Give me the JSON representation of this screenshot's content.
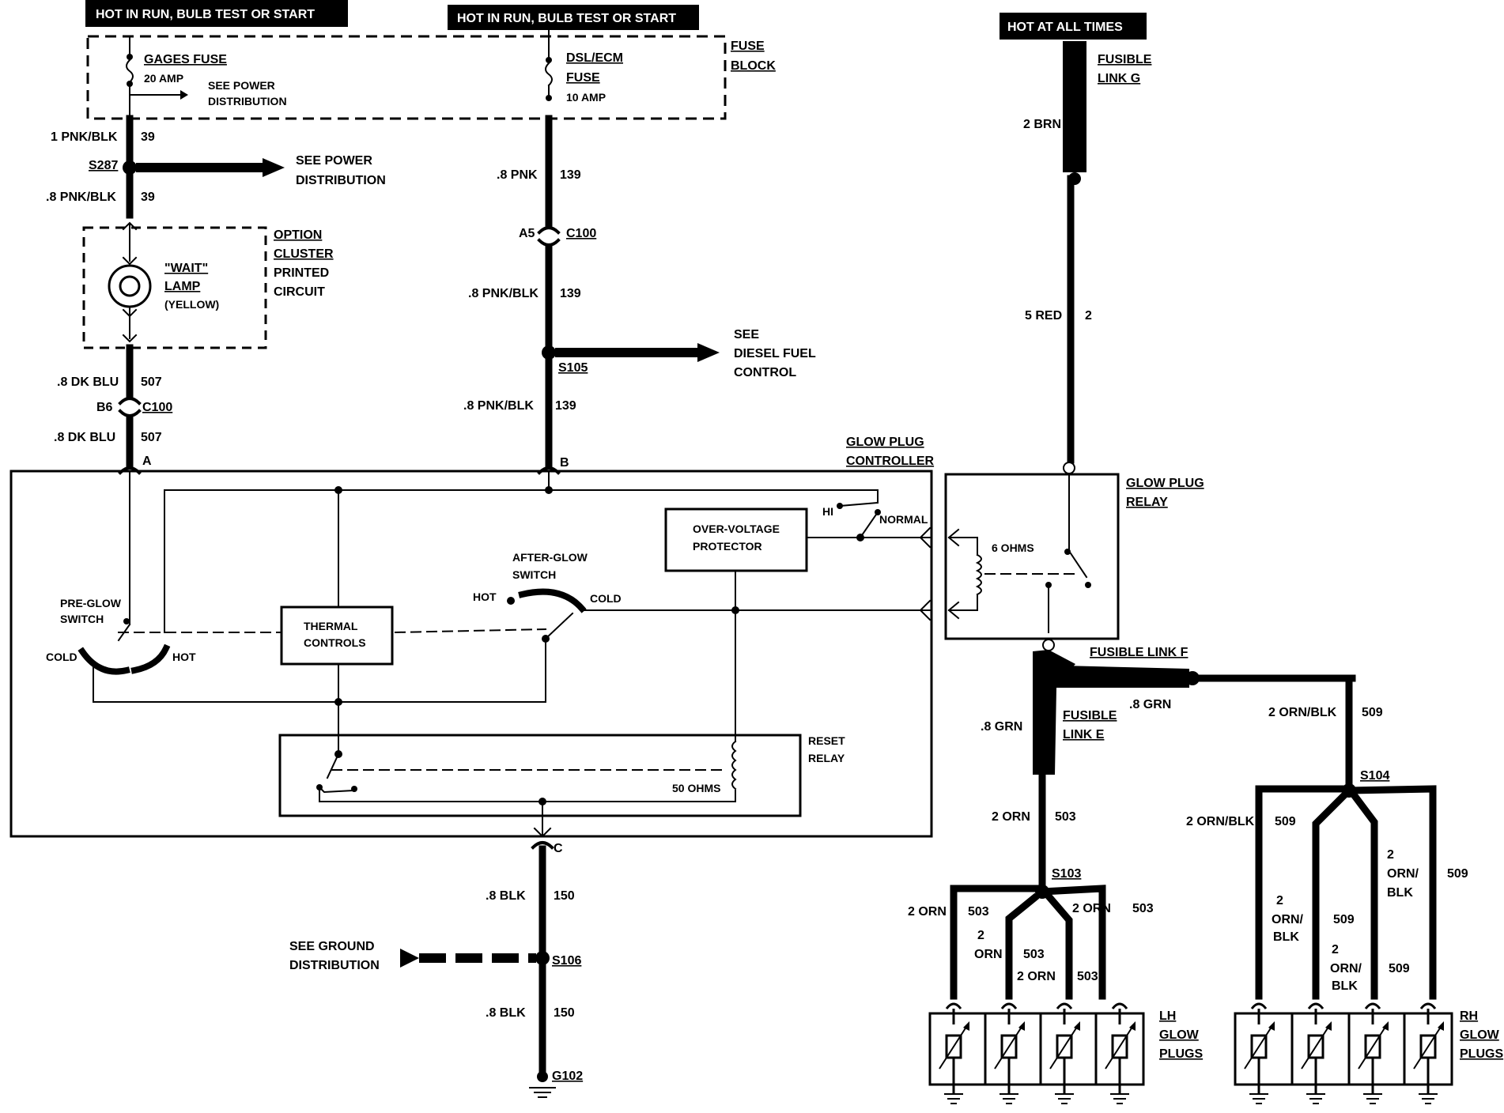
{
  "headers": {
    "left": "HOT IN RUN, BULB TEST OR START",
    "center": "HOT IN RUN, BULB TEST OR START",
    "right": "HOT AT ALL TIMES"
  },
  "fuse_block": {
    "label_line1": "FUSE",
    "label_line2": "BLOCK",
    "gages_fuse": "GAGES FUSE",
    "gages_amp": "20 AMP",
    "see_power_line1": "SEE POWER",
    "see_power_line2": "DISTRIBUTION",
    "dsl_line1": "DSL/ECM",
    "dsl_line2": "FUSE",
    "dsl_amp": "10 AMP"
  },
  "left_circuit": {
    "wire1_gauge": "1 PNK/BLK",
    "wire1_num": "39",
    "splice": "S287",
    "see_power_line1": "SEE POWER",
    "see_power_line2": "DISTRIBUTION",
    "wire2_gauge": ".8 PNK/BLK",
    "wire2_num": "39",
    "option_line1": "OPTION",
    "option_line2": "CLUSTER",
    "option_line3": "PRINTED",
    "option_line4": "CIRCUIT",
    "lamp_line1": "\"WAIT\"",
    "lamp_line2": "LAMP",
    "lamp_line3": "(YELLOW)",
    "wire3_gauge": ".8 DK BLU",
    "wire3_num": "507",
    "conn_pin": "B6",
    "conn": "C100",
    "wire4_gauge": ".8 DK BLU",
    "wire4_num": "507",
    "terminal": "A"
  },
  "center_circuit": {
    "wire1_gauge": ".8 PNK",
    "wire1_num": "139",
    "conn_pin": "A5",
    "conn": "C100",
    "wire2_gauge": ".8 PNK/BLK",
    "wire2_num": "139",
    "splice": "S105",
    "see_diesel_line1": "SEE",
    "see_diesel_line2": "DIESEL FUEL",
    "see_diesel_line3": "CONTROL",
    "wire3_gauge": ".8 PNK/BLK",
    "wire3_num": "139",
    "terminal": "B"
  },
  "controller": {
    "label_line1": "GLOW PLUG",
    "label_line2": "CONTROLLER",
    "ov_line1": "OVER-VOLTAGE",
    "ov_line2": "PROTECTOR",
    "hi": "HI",
    "normal": "NORMAL",
    "afterglow_line1": "AFTER-GLOW",
    "afterglow_line2": "SWITCH",
    "hot": "HOT",
    "cold": "COLD",
    "preglow_line1": "PRE-GLOW",
    "preglow_line2": "SWITCH",
    "preglow_cold": "COLD",
    "preglow_hot": "HOT",
    "thermal_line1": "THERMAL",
    "thermal_line2": "CONTROLS",
    "reset_line1": "RESET",
    "reset_line2": "RELAY",
    "ohms": "50 OHMS",
    "terminal_c": "C"
  },
  "ground_circuit": {
    "wire1_gauge": ".8 BLK",
    "wire1_num": "150",
    "see_ground_line1": "SEE GROUND",
    "see_ground_line2": "DISTRIBUTION",
    "splice": "S106",
    "wire2_gauge": ".8 BLK",
    "wire2_num": "150",
    "ground": "G102"
  },
  "right_circuit": {
    "fusible_g_line1": "FUSIBLE",
    "fusible_g_line2": "LINK G",
    "brn": "2 BRN",
    "red_gauge": "5 RED",
    "red_num": "2",
    "relay_line1": "GLOW PLUG",
    "relay_line2": "RELAY",
    "relay_ohms": "6 OHMS",
    "fusible_f": "FUSIBLE LINK F",
    "grn_right": ".8 GRN",
    "grn_left": ".8 GRN",
    "fusible_e_line1": "FUSIBLE",
    "fusible_e_line2": "LINK E",
    "lh_feed_gauge": "2 ORN",
    "lh_feed_num": "503",
    "lh_splice": "S103",
    "rh_feed_gauge": "2 ORN/BLK",
    "rh_feed_num": "509",
    "rh_splice": "S104"
  },
  "lh_glow": {
    "w1_gauge": "2 ORN",
    "w1_num": "503",
    "w2_gauge_line1": "2",
    "w2_gauge_line2": "ORN",
    "w2_num": "503",
    "w3_gauge": "2 ORN",
    "w3_num": "503",
    "w4_gauge": "2 ORN",
    "w4_num": "503",
    "label_line1": "LH",
    "label_line2": "GLOW",
    "label_line3": "PLUGS"
  },
  "rh_glow": {
    "w1_gauge": "2 ORN/BLK",
    "w1_num": "509",
    "w2_line1": "2",
    "w2_line2": "ORN/",
    "w2_line3": "BLK",
    "w2_num": "509",
    "w3_line1": "2",
    "w3_line2": "ORN/",
    "w3_line3": "BLK",
    "w3_num": "509",
    "w4_line1": "2",
    "w4_line2": "ORN/",
    "w4_line3": "BLK",
    "w4_num": "509",
    "label_line1": "RH",
    "label_line2": "GLOW",
    "label_line3": "PLUGS"
  }
}
